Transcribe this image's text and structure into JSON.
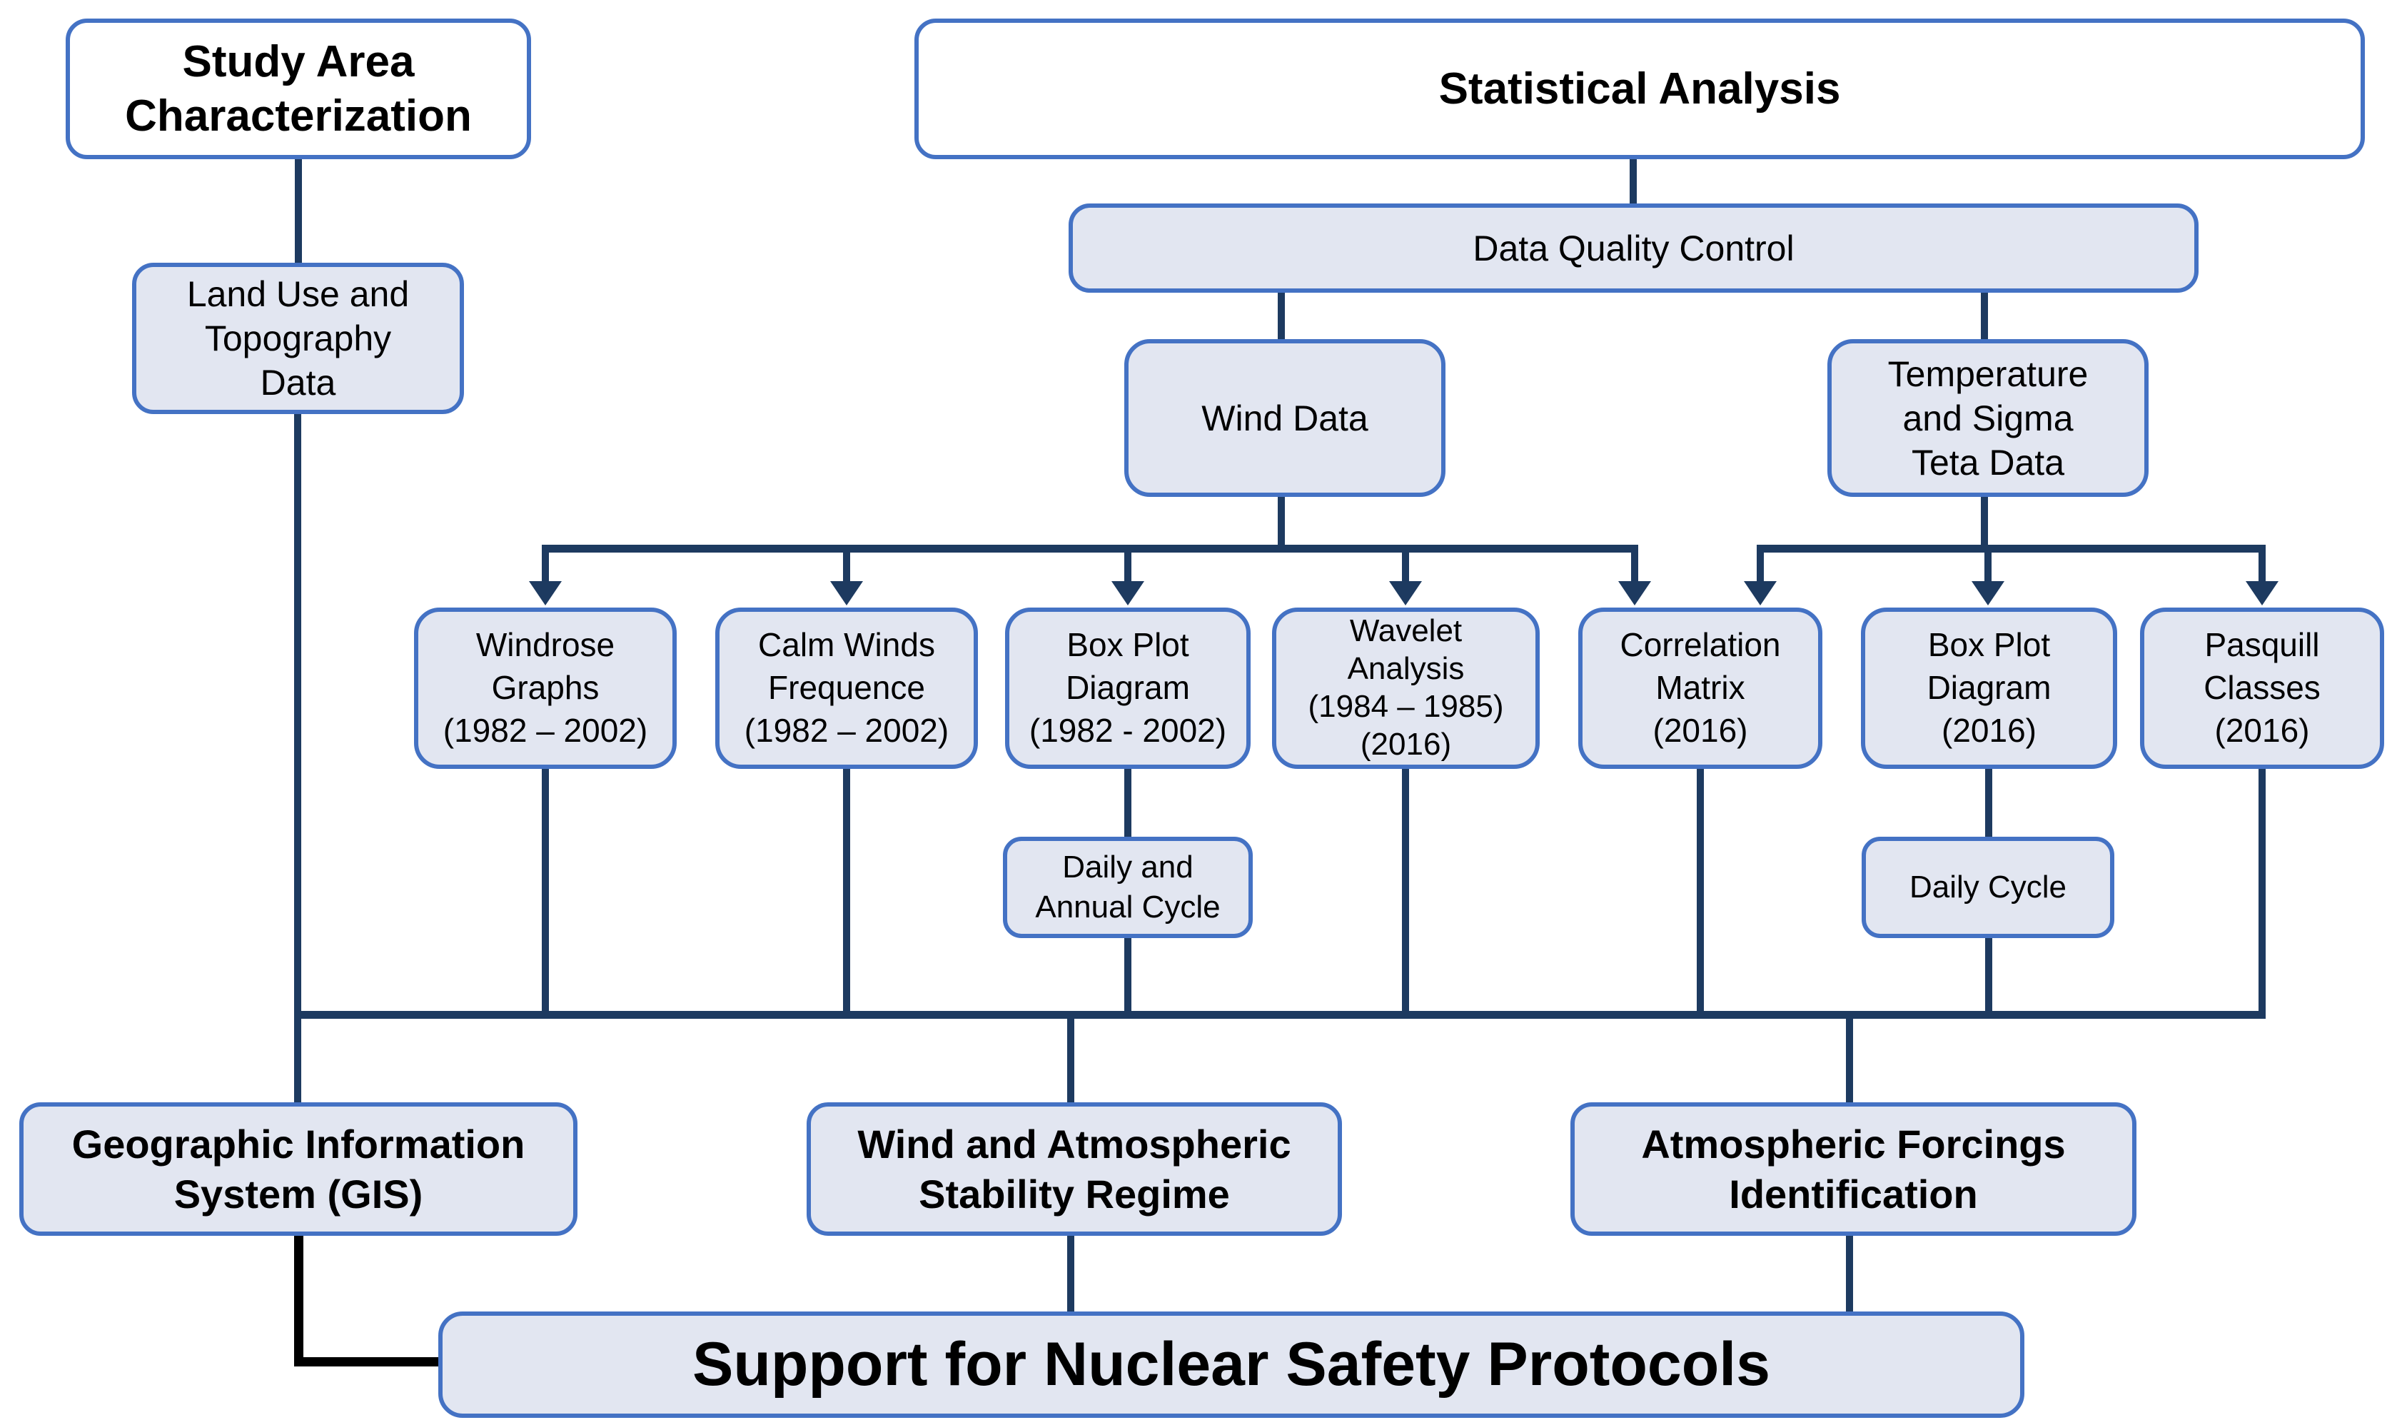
{
  "diagram": {
    "nodes": {
      "study_area": {
        "label": "Study Area\nCharacterization"
      },
      "statistical_analysis": {
        "label": "Statistical Analysis"
      },
      "land_use": {
        "label": "Land Use and\nTopography\nData"
      },
      "data_quality_control": {
        "label": "Data Quality Control"
      },
      "wind_data": {
        "label": "Wind Data"
      },
      "temperature_sigma": {
        "label": "Temperature\nand Sigma\nTeta Data"
      },
      "windrose": {
        "label": "Windrose\nGraphs\n(1982 – 2002)"
      },
      "calm_winds": {
        "label": "Calm Winds\nFrequence\n(1982 – 2002)"
      },
      "box_plot_1982": {
        "label": "Box Plot\nDiagram\n(1982 - 2002)"
      },
      "wavelet": {
        "label": "Wavelet\nAnalysis\n(1984 – 1985)\n(2016)"
      },
      "correlation": {
        "label": "Correlation\nMatrix\n(2016)"
      },
      "box_plot_2016": {
        "label": "Box Plot\nDiagram\n(2016)"
      },
      "pasquill": {
        "label": "Pasquill\nClasses\n(2016)"
      },
      "daily_annual_cycle": {
        "label": "Daily and\nAnnual Cycle"
      },
      "daily_cycle": {
        "label": "Daily Cycle"
      },
      "gis": {
        "label": "Geographic Information\nSystem (GIS)"
      },
      "wind_stability": {
        "label": "Wind and Atmospheric\nStability Regime"
      },
      "atmospheric_forcings": {
        "label": "Atmospheric Forcings\nIdentification"
      },
      "support": {
        "label": "Support for Nuclear Safety Protocols"
      }
    },
    "colors": {
      "box_fill": "#e2e6f1",
      "box_border": "#4472c4",
      "white_fill": "#ffffff",
      "connector": "#1d3a60",
      "gis_connector": "#000000",
      "text": "#000000"
    }
  }
}
